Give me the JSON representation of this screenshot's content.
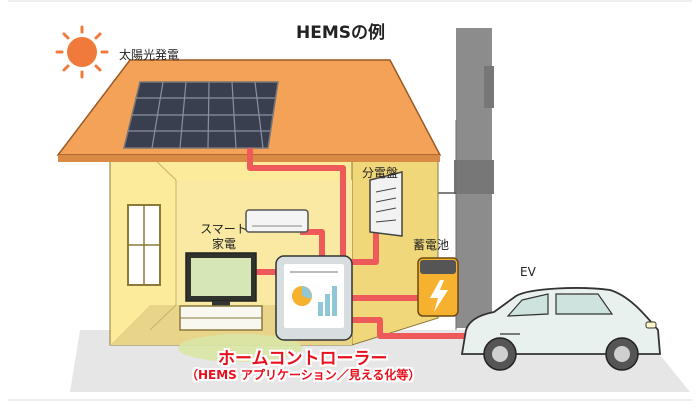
{
  "title": "HEMSの例",
  "labels": {
    "solar": "太陽光発電",
    "distribution_panel": "分電盤",
    "smart_appliance_line1": "スマート",
    "smart_appliance_line2": "家電",
    "storage_battery": "蓄電池",
    "ev": "EV",
    "home_controller": "ホームコントローラー",
    "home_controller_sub": "（HEMS アプリケーション／見える化等）"
  },
  "colors": {
    "sun": "#f07a3c",
    "roof": "#f5a259",
    "wall": "#fbeb9a",
    "wire": "#ee5a5a",
    "pole": "#8c8c8c",
    "battery": "#f6b12f",
    "car": "#e9f1ee",
    "highlight_text": "#e8101c"
  }
}
